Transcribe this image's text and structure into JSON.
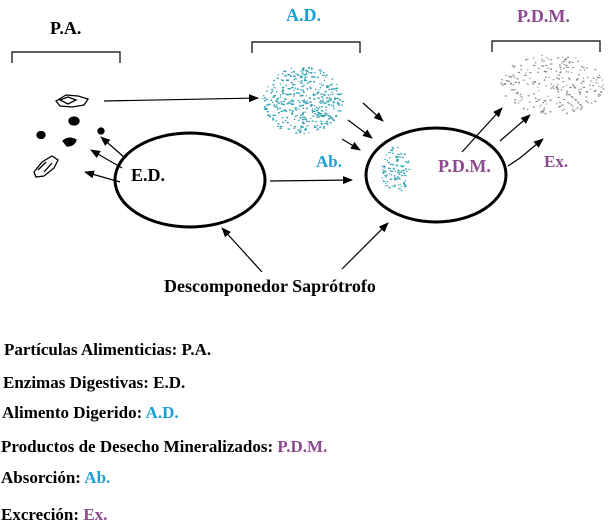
{
  "labels": {
    "pa": "P.A.",
    "ad": "A.D.",
    "pdm_top": "P.D.M.",
    "ab": "Ab.",
    "pdm_cell": "P.D.M.",
    "ex": "Ex.",
    "ed": "E.D.",
    "decomposer": "Descomponedor Saprótrofo"
  },
  "legend": [
    {
      "term": "Partículas Alimenticias:",
      "abbr": "P.A."
    },
    {
      "term": "Enzimas Digestivas:",
      "abbr": "E.D."
    },
    {
      "term": "Alimento Digerido:",
      "abbr": "A.D."
    },
    {
      "term": "Productos de Desecho Mineralizados:",
      "abbr": "P.D.M."
    },
    {
      "term": "Absorción:",
      "abbr": "Ab."
    },
    {
      "term": "Excreción:",
      "abbr": "Ex."
    }
  ],
  "colors": {
    "blue": "#1a9fd6",
    "purple": "#8b4a8f",
    "dots_blue": "#2a9fb0",
    "black": "#000000"
  }
}
